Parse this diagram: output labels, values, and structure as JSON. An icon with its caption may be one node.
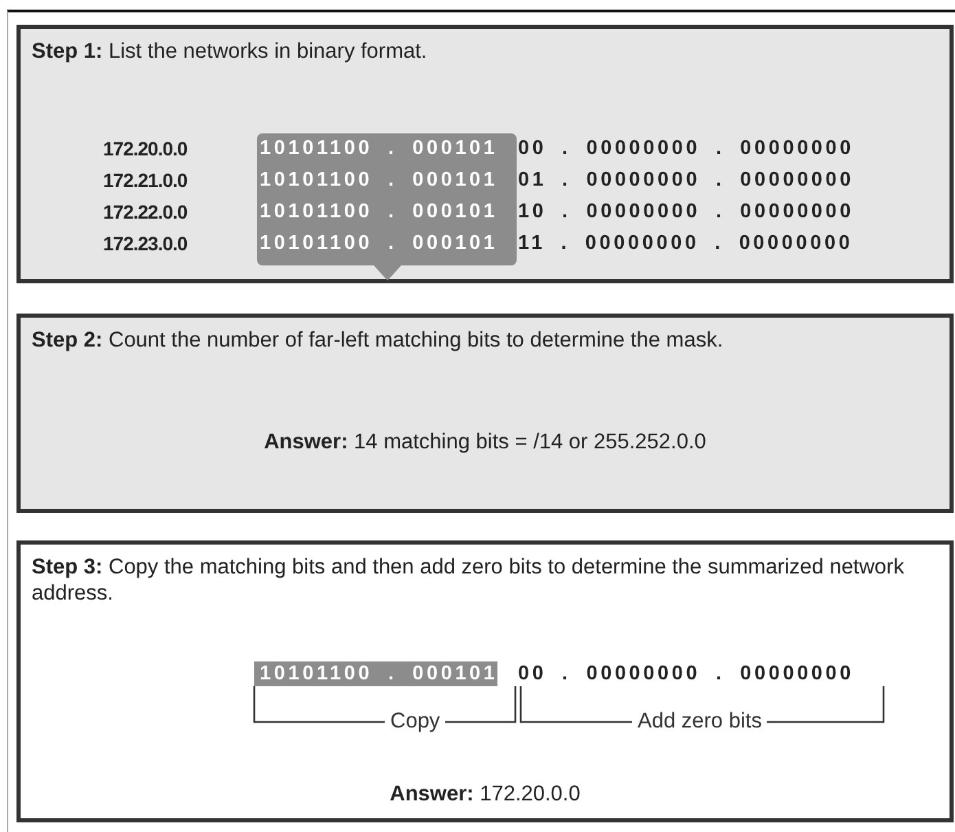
{
  "diagram": {
    "nodes": [
      {
        "text": [
          "**Step 1:** List the networks in binary format."
        ]
      },
      {
        "text": [
          "**Step 2:** Count the number of far-left matching bits to determine the mask.",
          "**Answer:** 14 matching bits = /14 or 255.252.0.0"
        ]
      },
      {
        "text": [
          "**Step 3:** Copy the matching bits and then add zero bits to determine the summarized network address.",
          "**Answer:** 172.20.0.0"
        ]
      }
    ],
    "labels": [
      "172.20.0.0",
      "10101100 . 000101",
      "00 . 00000000 . 00000000",
      "172.21.0.0",
      "10101100 . 000101",
      "01 . 00000000 . 00000000",
      "172.22.0.0",
      "10101100 . 000101",
      "10 . 00000000 . 00000000",
      "172.23.0.0",
      "10101100 . 000101",
      "11 . 00000000 . 00000000",
      "10101100 . 000101",
      "00 . 00000000 . 00000000",
      "Copy",
      "Add zero bits"
    ]
  }
}
